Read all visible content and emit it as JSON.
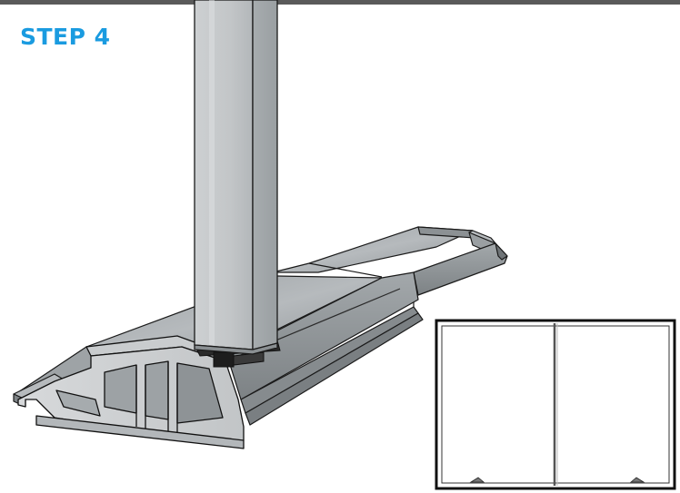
{
  "header": {
    "step_label": "STEP 4",
    "accent_color": "#1a9be0"
  },
  "illustration": {
    "subject": "aluminium-post-on-extrusion-rail",
    "inset": "frame-thumbnail"
  },
  "colors": {
    "metal_light": "#cfd2d4",
    "metal_mid": "#a8adb0",
    "metal_dark": "#6e7376",
    "line": "#111111"
  }
}
